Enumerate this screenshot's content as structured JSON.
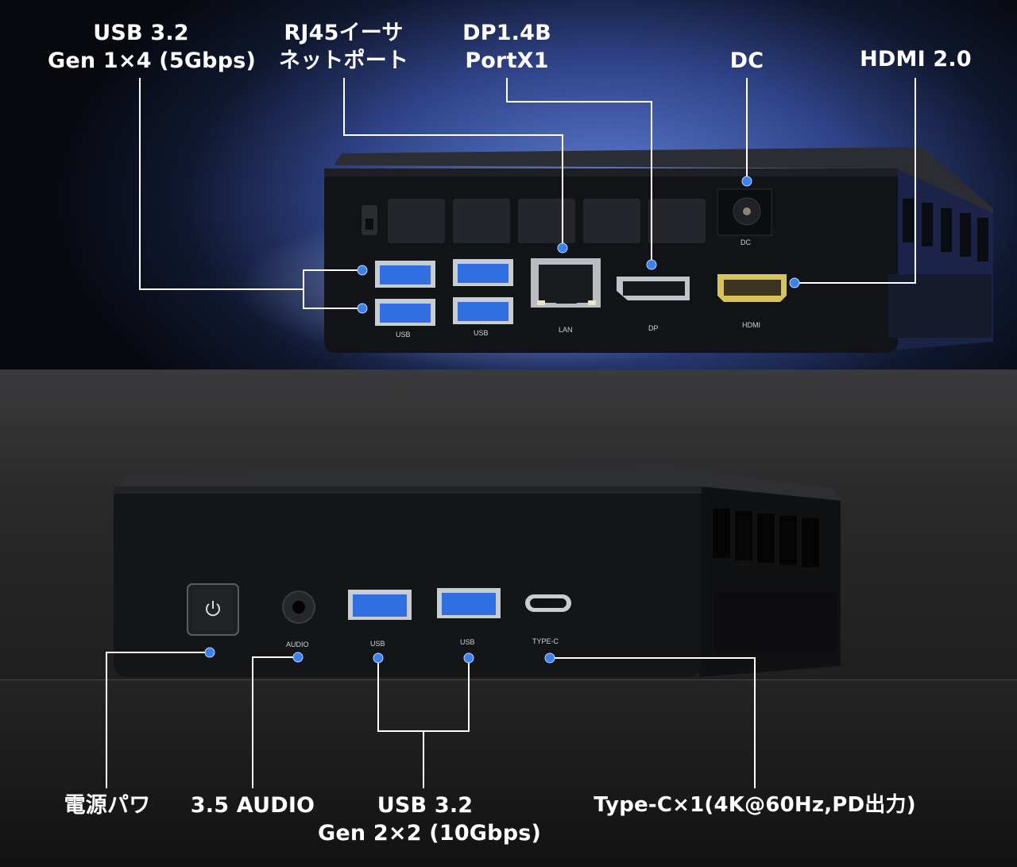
{
  "labels": {
    "usb_top_line1": "USB 3.2",
    "usb_top_line2": "Gen 1×4 (5Gbps)",
    "rj45_line1": "RJ45イーサ",
    "rj45_line2": "ネットポート",
    "dp_line1": "DP1.4B",
    "dp_line2": "PortX1",
    "dc": "DC",
    "hdmi": "HDMI 2.0",
    "power": "電源パワ",
    "audio": "3.5 AUDIO",
    "usb_bottom_line1": "USB 3.2",
    "usb_bottom_line2": "Gen 2×2 (10Gbps)",
    "typec": "Type-C×1(4K@60Hz,PD出力)"
  },
  "port_prints": {
    "usb_a": "USB",
    "usb_b": "USB",
    "lan": "LAN",
    "dp": "DP",
    "hdmi": "HDMI",
    "dc": "DC",
    "audio": "AUDIO",
    "front_usb_a": "USB",
    "front_usb_b": "USB",
    "typec": "TYPE-C"
  },
  "colors": {
    "callout_dot": "#3a82f0",
    "line": "#ffffff",
    "usb_blue": "#2f6fe0",
    "hdmi_gold": "#d8c25a"
  }
}
